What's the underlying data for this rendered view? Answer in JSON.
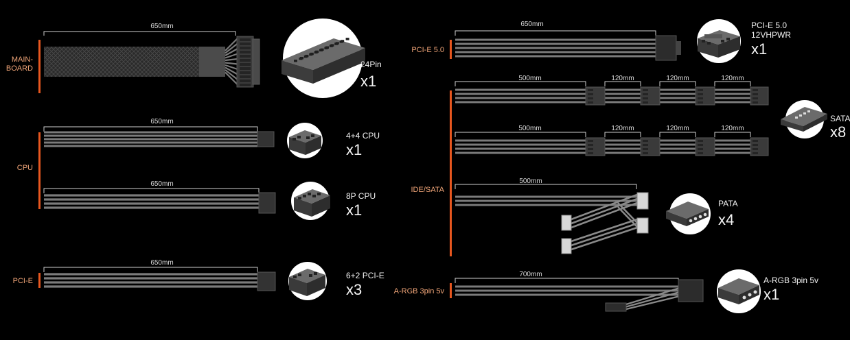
{
  "colors": {
    "accent": "#e8571f",
    "label_text": "#f2a679",
    "wire": "#7b7b7b",
    "connector": "#3f3f3f",
    "sleeve": "#2b2b2b",
    "icon_disc": "#ffffff"
  },
  "groups": {
    "mainboard": {
      "label_line1": "MAIN-",
      "label_line2": "BOARD"
    },
    "cpu": {
      "label": "CPU"
    },
    "pcie": {
      "label": "PCI-E"
    },
    "pcie5": {
      "label": "PCI-E 5.0"
    },
    "idesata": {
      "label": "IDE/SATA"
    },
    "argb": {
      "label": "A-RGB 3pin 5v"
    }
  },
  "cables": {
    "mainboard": {
      "length": "650mm"
    },
    "cpu44": {
      "length": "650mm"
    },
    "cpu8p": {
      "length": "650mm"
    },
    "pcie62": {
      "length": "650mm"
    },
    "pcie5": {
      "length": "650mm"
    },
    "sata1": {
      "lengths": [
        "500mm",
        "120mm",
        "120mm",
        "120mm"
      ]
    },
    "sata2": {
      "lengths": [
        "500mm",
        "120mm",
        "120mm",
        "120mm"
      ]
    },
    "pata": {
      "length": "500mm"
    },
    "argb": {
      "length": "700mm"
    }
  },
  "connectors": {
    "mainboard": {
      "name": "24Pin",
      "qty": "x1",
      "icon": "atx-24pin-icon"
    },
    "cpu44": {
      "name": "4+4 CPU",
      "qty": "x1",
      "icon": "cpu-4plus4-icon"
    },
    "cpu8p": {
      "name": "8P CPU",
      "qty": "x1",
      "icon": "cpu-8pin-icon"
    },
    "pcie62": {
      "name": "6+2 PCI-E",
      "qty": "x3",
      "icon": "pcie-6plus2-icon"
    },
    "pcie5": {
      "name_line1": "PCI-E 5.0",
      "name_line2": "12VHPWR",
      "qty": "x1",
      "icon": "12vhpwr-icon"
    },
    "sata": {
      "name": "SATA",
      "qty": "x8",
      "icon": "sata-icon"
    },
    "pata": {
      "name": "PATA",
      "qty": "x4",
      "icon": "molex-icon"
    },
    "argb": {
      "name": "A-RGB 3pin 5v",
      "qty": "x1",
      "icon": "argb-3pin-icon"
    }
  }
}
